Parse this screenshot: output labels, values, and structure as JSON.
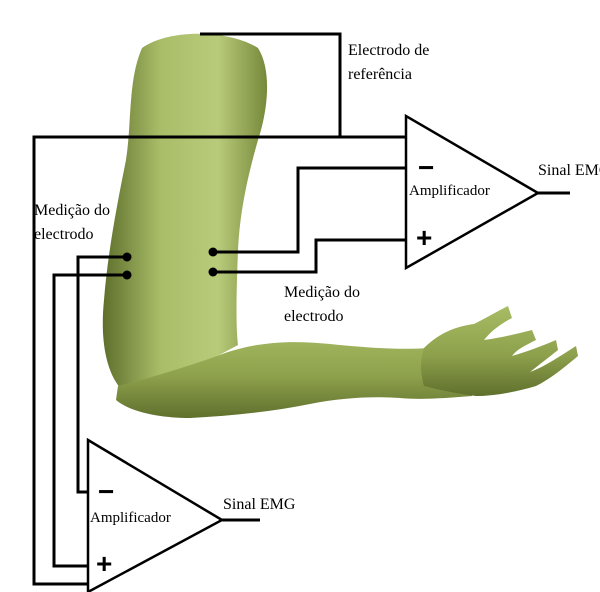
{
  "labels": {
    "ref_line1": "Electrodo de",
    "ref_line2": "referência",
    "meas_left_line1": "Medição do",
    "meas_left_line2": "electrodo",
    "meas_right_line1": "Medição do",
    "meas_right_line2": "electrodo",
    "signal_top": "Sinal EMG",
    "signal_bottom": "Sinal EMG"
  },
  "amplifiers": {
    "top": {
      "label": "Amplificador",
      "minus": "−",
      "plus": "+"
    },
    "bottom": {
      "label": "Amplificador",
      "minus": "−",
      "plus": "+"
    }
  },
  "colors": {
    "arm_light": "#b5c875",
    "arm_mid": "#8fa24e",
    "arm_dark": "#5e6f2c",
    "wire": "#000000"
  }
}
